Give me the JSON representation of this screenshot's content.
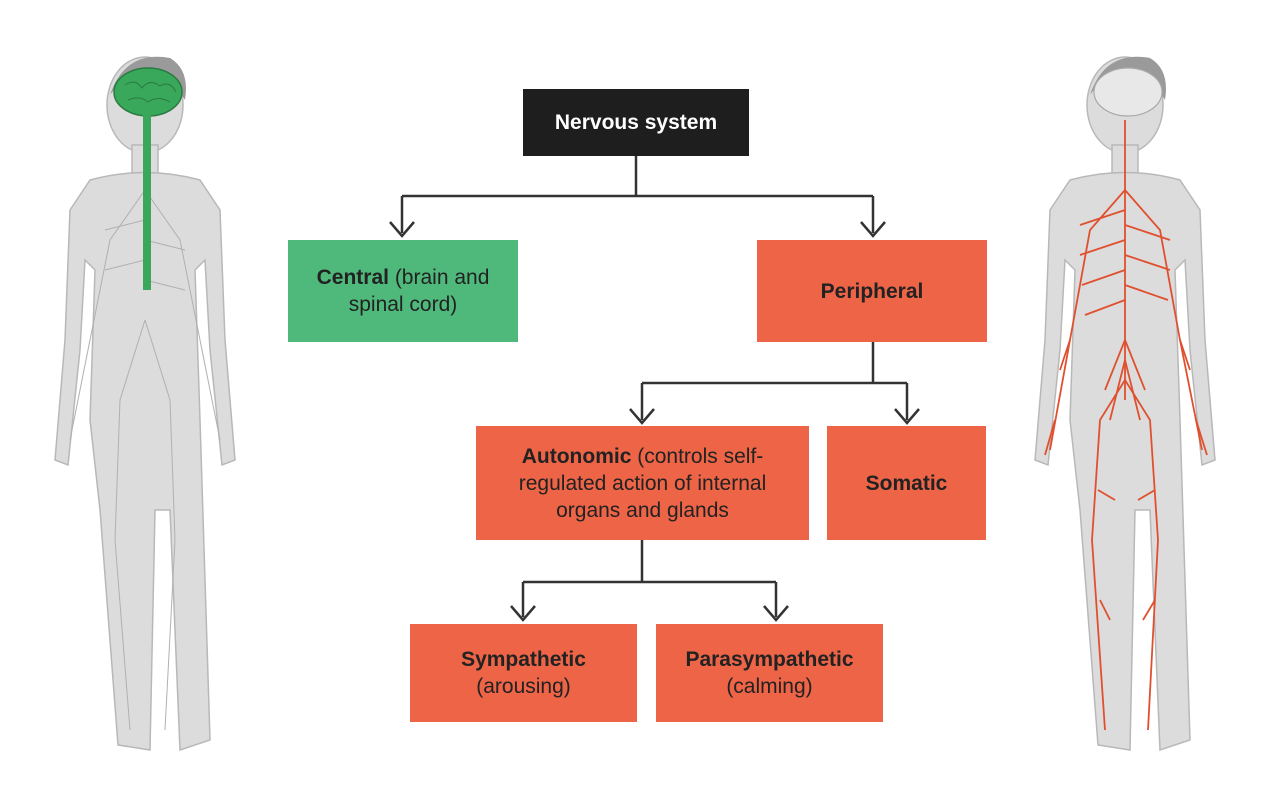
{
  "colors": {
    "root": "#1e1e1e",
    "central": "#4fb97c",
    "peripheral": "#ee6447",
    "line": "#333333",
    "body": "#d9d9d9",
    "body_stroke": "#b5b5b5",
    "central_nerves": "#3aa85a",
    "peripheral_nerves": "#e0502f"
  },
  "nodes": {
    "root": {
      "label": "Nervous system"
    },
    "central": {
      "title": "Central",
      "rest": "(brain and spinal cord)"
    },
    "peripheral": {
      "title": "Peripheral"
    },
    "autonomic": {
      "title": "Autonomic",
      "rest": "(controls self-regulated action of internal organs and glands"
    },
    "somatic": {
      "title": "Somatic"
    },
    "sympathetic": {
      "title": "Sympathetic",
      "rest": "(arousing)"
    },
    "parasympathetic": {
      "title": "Parasympathetic",
      "rest": "(calming)"
    }
  },
  "figures": {
    "left": {
      "highlight": "central nervous system",
      "icon": "human-body-central-nerves"
    },
    "right": {
      "highlight": "peripheral nervous system",
      "icon": "human-body-peripheral-nerves"
    }
  }
}
